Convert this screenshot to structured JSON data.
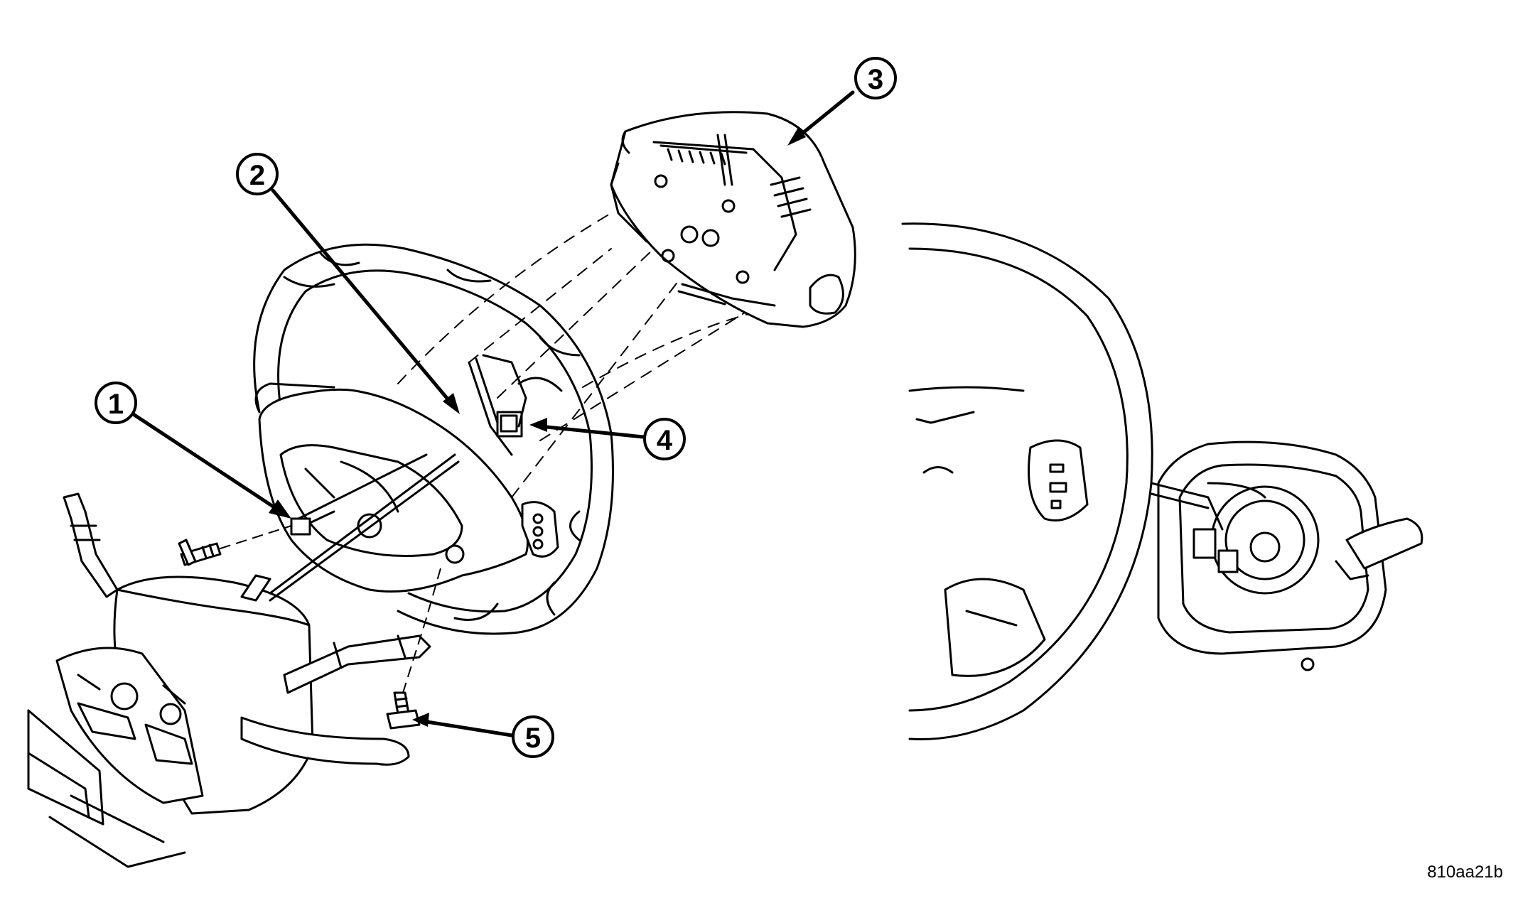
{
  "callouts": [
    {
      "id": "1",
      "label": "1"
    },
    {
      "id": "2",
      "label": "2"
    },
    {
      "id": "3",
      "label": "3"
    },
    {
      "id": "4",
      "label": "4"
    },
    {
      "id": "5",
      "label": "5"
    }
  ],
  "figure_code": "810aa21b"
}
